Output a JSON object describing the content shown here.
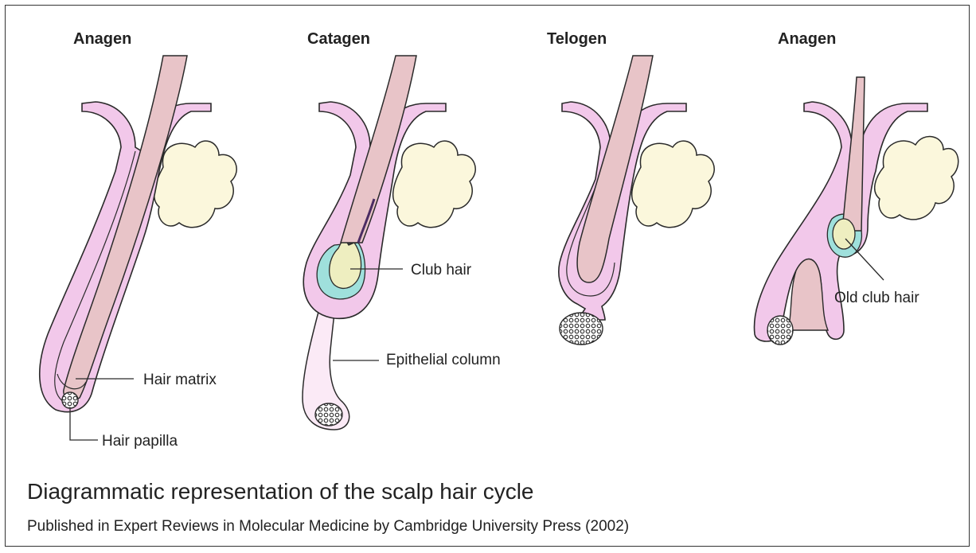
{
  "stages": [
    "Anagen",
    "Catagen",
    "Telogen",
    "Anagen"
  ],
  "labels": {
    "hair_matrix": "Hair matrix",
    "hair_papilla": "Hair papilla",
    "club_hair": "Club hair",
    "epithelial_column": "Epithelial column",
    "old_club_hair": "Old club hair"
  },
  "caption": "Diagrammatic representation of the scalp hair cycle",
  "source": "Published in Expert Reviews in Molecular Medicine by Cambridge University Press (2002)",
  "colors": {
    "sheath": "#f2c8ea",
    "hair_shaft": "#e8c4c8",
    "sebaceous_gland": "#fbf7dc",
    "club": "#eeeec0",
    "teal_capsule": "#9fe0dc",
    "column": "#fbeaf6",
    "outline": "#2a2a2a"
  }
}
